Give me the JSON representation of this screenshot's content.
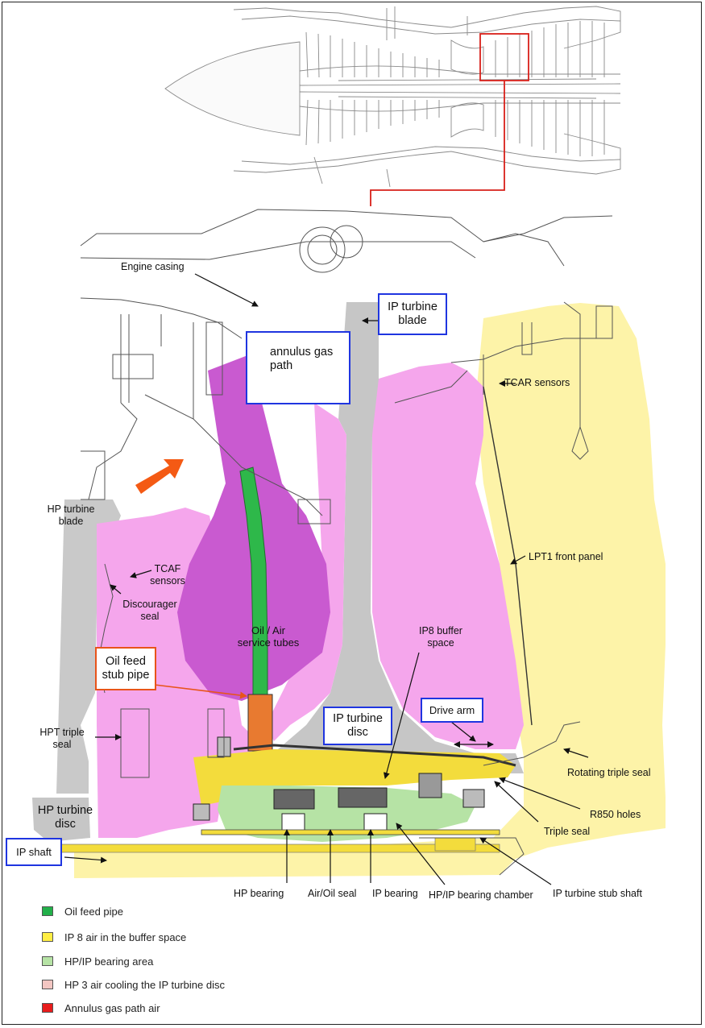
{
  "labels": {
    "engine_casing": "Engine casing",
    "ip_turbine_blade": "IP turbine\nblade",
    "annulus_gas_path": "annulus gas\npath",
    "tcar_sensors": "TCAR sensors",
    "hp_turbine_blade": "HP turbine\nblade",
    "tcaf_sensors": "TCAF\nsensors",
    "discourager_seal": "Discourager\nseal",
    "oil_air_service_tubes": "Oil / Air\nservice tubes",
    "lpt1_front_panel": "LPT1 front panel",
    "ip8_buffer_space": "IP8 buffer\nspace",
    "oil_feed_stub_pipe": "Oil feed\nstub pipe",
    "ip_turbine_disc": "IP turbine\ndisc",
    "drive_arm": "Drive arm",
    "hpt_triple_seal": "HPT triple\nseal",
    "rotating_triple_seal": "Rotating triple seal",
    "hp_turbine_disc": "HP turbine\ndisc",
    "r850_holes": "R850 holes",
    "triple_seal": "Triple seal",
    "ip_shaft": "IP shaft",
    "hp_bearing": "HP bearing",
    "air_oil_seal": "Air/Oil seal",
    "ip_bearing": "IP bearing",
    "hp_ip_bearing_chamber": "HP/IP bearing chamber",
    "ip_turbine_stub_shaft": "IP turbine stub shaft"
  },
  "legend": [
    {
      "label": "Oil feed pipe",
      "color": "#22b04a"
    },
    {
      "label": "IP 8 air in the buffer space",
      "color": "#ffee44"
    },
    {
      "label": "HP/IP bearing area",
      "color": "#b6e3a5"
    },
    {
      "label": "HP 3 air cooling the IP turbine disc",
      "color": "#f3c6c2"
    },
    {
      "label": "Annulus gas path air",
      "color": "#e81c1c"
    }
  ],
  "colors": {
    "box_blue": "#1f35e0",
    "box_orange": "#e8541a",
    "pink_region": "#f5a6ec",
    "purple_region": "#c95ad0",
    "yellow_region": "#fdf3a8",
    "grey_metal": "#c6c6c6",
    "arrow_orange": "#f45a14",
    "callout_red": "#d8201a"
  }
}
